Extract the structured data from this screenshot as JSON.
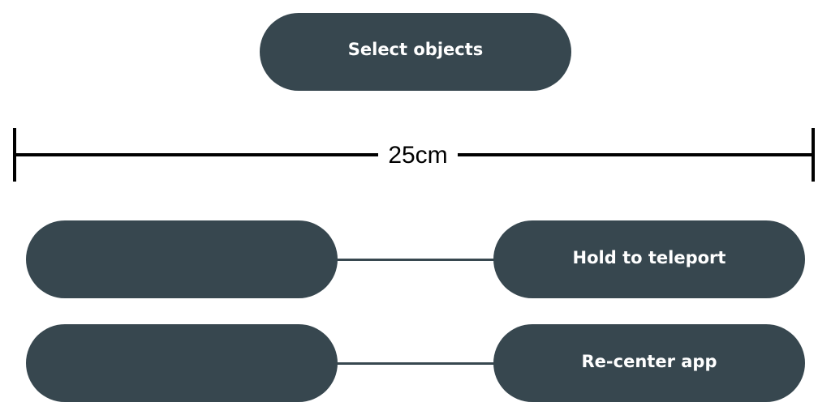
{
  "buttons": {
    "select_objects": "Select objects",
    "hold_to_teleport": "Hold to teleport",
    "re_center_app": "Re-center app"
  },
  "scale": {
    "label": "25cm"
  },
  "colors": {
    "pill": "#37474f",
    "pill_text": "#ffffff",
    "scale": "#000000"
  }
}
